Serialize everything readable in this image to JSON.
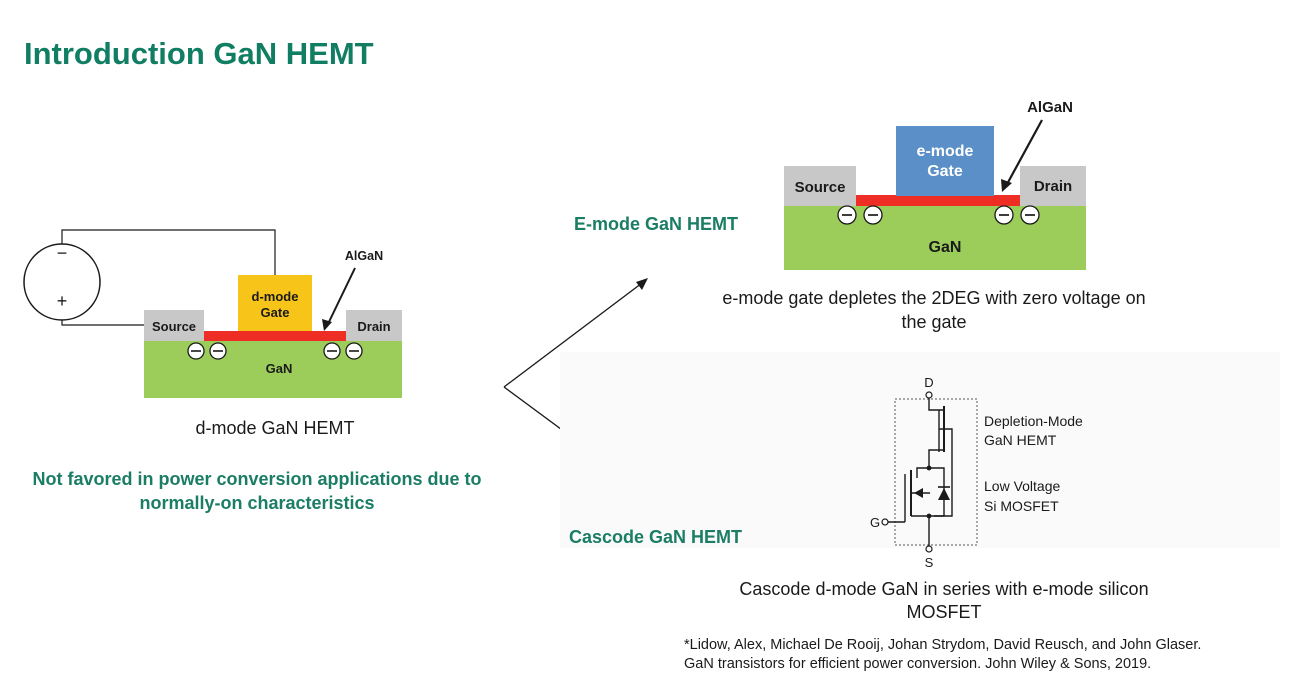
{
  "title": "Introduction GaN HEMT",
  "dmode": {
    "source": "Source",
    "drain": "Drain",
    "gate_line1": "d-mode",
    "gate_line2": "Gate",
    "algan": "AlGaN",
    "gan": "GaN",
    "minus": "−",
    "plus": "+",
    "caption": "d-mode GaN HEMT",
    "note_line1": "Not favored in power conversion applications due to",
    "note_line2": "normally-on characteristics"
  },
  "emode": {
    "label": "E-mode GaN HEMT",
    "source": "Source",
    "drain": "Drain",
    "gate_line1": "e-mode",
    "gate_line2": "Gate",
    "algan": "AlGaN",
    "gan": "GaN",
    "caption_line1": "e-mode gate depletes the 2DEG with zero voltage on",
    "caption_line2": "the gate"
  },
  "cascode": {
    "label": "Cascode GaN HEMT",
    "d": "D",
    "g": "G",
    "s": "S",
    "dm_line1": "Depletion-Mode",
    "dm_line2": "GaN HEMT",
    "lv_line1": "Low Voltage",
    "lv_line2": "Si MOSFET",
    "caption_line1": "Cascode d-mode GaN in series with e-mode silicon",
    "caption_line2": "MOSFET"
  },
  "reference": {
    "line1": "*Lidow, Alex, Michael De Rooij, Johan Strydom, David Reusch, and John Glaser.",
    "line2": "GaN transistors for efficient power conversion. John Wiley & Sons, 2019."
  },
  "colors": {
    "title_green": "#117e63",
    "gan_green": "#9ccc5a",
    "channel_red": "#ee2e24",
    "dmode_gate": "#f7c519",
    "emode_gate": "#5b8fc7",
    "contact_gray": "#c8c8c8"
  }
}
